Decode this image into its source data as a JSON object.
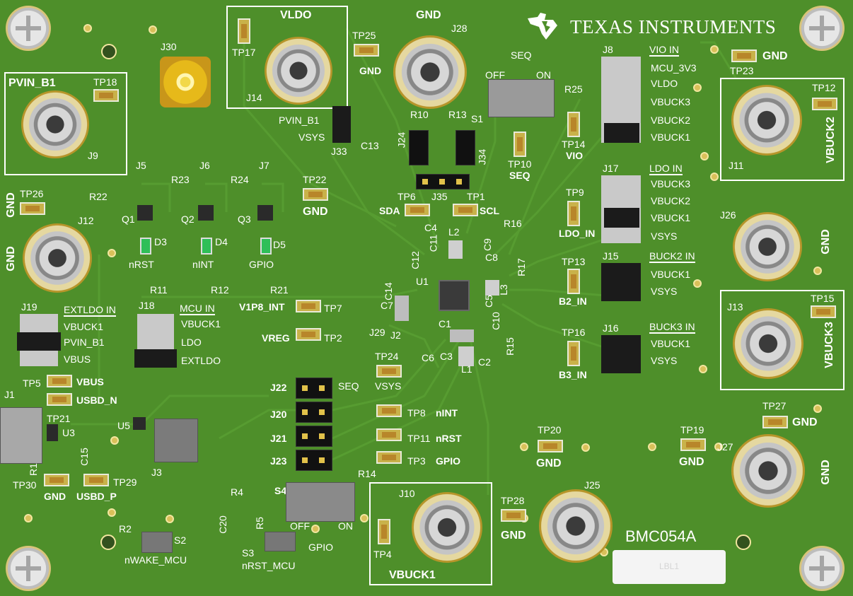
{
  "board": {
    "name": "BMC054A",
    "label_sticker": "LBL1",
    "logo_text": "TEXAS INSTRUMENTS"
  },
  "connectors": {
    "vldo": "VLDO",
    "tp17": "TP17",
    "j14": "J14",
    "j30": "J30",
    "gnd_top": "GND",
    "j28": "J28",
    "tp25": "TP25",
    "gnd_tp25": "GND",
    "pvin_b1": "PVIN_B1",
    "tp18": "TP18",
    "j9": "J9",
    "pvin_b1_small": "PVIN_B1",
    "vsys_small": "VSYS",
    "j33": "J33",
    "seq": "SEQ",
    "off": "OFF",
    "on": "ON",
    "s1": "S1",
    "r10": "R10",
    "r13": "R13",
    "j24": "J24",
    "j34": "J34",
    "c13": "C13",
    "tp10": "TP10",
    "seq_tp10": "SEQ",
    "j8": "J8",
    "vio_in": "VIO IN",
    "mcu_3v3": "MCU_3V3",
    "vldo_j8": "VLDO",
    "vbuck3_j8": "VBUCK3",
    "vbuck2_j8": "VBUCK2",
    "vbuck1_j8": "VBUCK1",
    "r25": "R25",
    "tp14": "TP14",
    "vio": "VIO",
    "gnd_tp23": "GND",
    "tp23": "TP23",
    "tp12": "TP12",
    "j11": "J11",
    "vbuck2": "VBUCK2",
    "j5": "J5",
    "j6": "J6",
    "j7": "J7",
    "r22": "R22",
    "r23": "R23",
    "r24": "R24",
    "q1": "Q1",
    "q2": "Q2",
    "q3": "Q3",
    "d3": "D3",
    "d4": "D4",
    "d5": "D5",
    "nrst": "nRST",
    "nint": "nINT",
    "gpio": "GPIO",
    "r11": "R11",
    "r12": "R12",
    "r21": "R21",
    "tp22": "TP22",
    "gnd_tp22": "GND",
    "tp26": "TP26",
    "gnd_tp26": "GND",
    "j12": "J12",
    "gnd_j12": "GND",
    "j35": "J35",
    "tp6": "TP6",
    "sda": "SDA",
    "tp1": "TP1",
    "scl": "SCL",
    "r16": "R16",
    "j17": "J17",
    "ldo_in": "LDO IN",
    "vbuck3_j17": "VBUCK3",
    "vbuck2_j17": "VBUCK2",
    "vbuck1_j17": "VBUCK1",
    "vsys_j17": "VSYS",
    "tp9": "TP9",
    "ldo_in_tp9": "LDO_IN",
    "j26": "J26",
    "gnd_j26": "GND",
    "c4": "C4",
    "l2": "L2",
    "c11": "C11",
    "c9": "C9",
    "c8": "C8",
    "c12": "C12",
    "r17": "R17",
    "u1": "U1",
    "c14": "C14",
    "c7": "C7",
    "c5": "C5",
    "l3": "L3",
    "c10": "C10",
    "c1": "C1",
    "j29": "J29",
    "j2": "J2",
    "c3": "C3",
    "c6": "C6",
    "l1": "L1",
    "c2": "C2",
    "r15": "R15",
    "j15": "J15",
    "buck2_in": "BUCK2 IN",
    "vbuck1_j15": "VBUCK1",
    "vsys_j15": "VSYS",
    "tp13": "TP13",
    "b2_in": "B2_IN",
    "j13": "J13",
    "tp15": "TP15",
    "vbuck3": "VBUCK3",
    "j16": "J16",
    "buck3_in": "BUCK3 IN",
    "vbuck1_j16": "VBUCK1",
    "vsys_j16": "VSYS",
    "tp16": "TP16",
    "b3_in": "B3_IN",
    "j19": "J19",
    "extldo_in": "EXTLDO IN",
    "vbuck1_j19": "VBUCK1",
    "pvin_b1_j19": "PVIN_B1",
    "vbus_j19": "VBUS",
    "j18": "J18",
    "mcu_in": "MCU IN",
    "vbuck1_j18": "VBUCK1",
    "ldo_j18": "LDO",
    "extldo_j18": "EXTLDO",
    "v1p8_int": "V1P8_INT",
    "tp7": "TP7",
    "vreg": "VREG",
    "tp2": "TP2",
    "tp24": "TP24",
    "vsys_tp24": "VSYS",
    "tp5": "TP5",
    "vbus": "VBUS",
    "tp21": "TP21",
    "usbd_n": "USBD_N",
    "j1": "J1",
    "u3": "U3",
    "u5": "U5",
    "j3": "J3",
    "r1": "R1",
    "c15": "C15",
    "tp30": "TP30",
    "gnd_tp30": "GND",
    "tp29": "TP29",
    "usbd_p": "USBD_P",
    "j22": "J22",
    "seq_j22": "SEQ",
    "j20": "J20",
    "tp8": "TP8",
    "nint_tp8": "nINT",
    "j21": "J21",
    "tp11": "TP11",
    "nrst_tp11": "nRST",
    "j23": "J23",
    "tp3": "TP3",
    "gpio_tp3": "GPIO",
    "r14": "R14",
    "r4": "R4",
    "s4": "S4",
    "off_s4": "OFF",
    "on_s4": "ON",
    "gpio_s4": "GPIO",
    "c20": "C20",
    "r5": "R5",
    "s3": "S3",
    "nrst_mcu": "nRST_MCU",
    "r2": "R2",
    "s2": "S2",
    "nwake_mcu": "nWAKE_MCU",
    "j10": "J10",
    "tp4": "TP4",
    "vbuck1": "VBUCK1",
    "tp20": "TP20",
    "gnd_tp20": "GND",
    "tp28": "TP28",
    "gnd_tp28": "GND",
    "j25": "J25",
    "tp19": "TP19",
    "gnd_tp19": "GND",
    "tp27": "TP27",
    "gnd_tp27": "GND",
    "j27": "J27",
    "gnd_j27": "GND"
  },
  "colors": {
    "pcb": "#4e8f2a",
    "silkscreen": "#ffffff",
    "gold": "#c9b24a"
  }
}
